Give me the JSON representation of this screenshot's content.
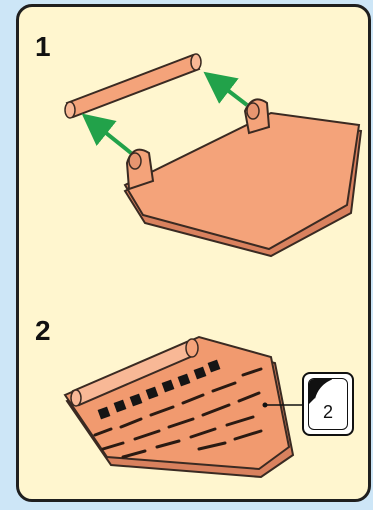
{
  "steps": [
    {
      "number": "1"
    },
    {
      "number": "2"
    }
  ],
  "sticker": {
    "label": "2"
  },
  "colors": {
    "background": "#cde6f7",
    "panel": "#fff6cf",
    "part": "#f4a37a",
    "arrow": "#22a24a"
  },
  "icons": [
    "green-arrow-icon",
    "sticker-icon"
  ]
}
